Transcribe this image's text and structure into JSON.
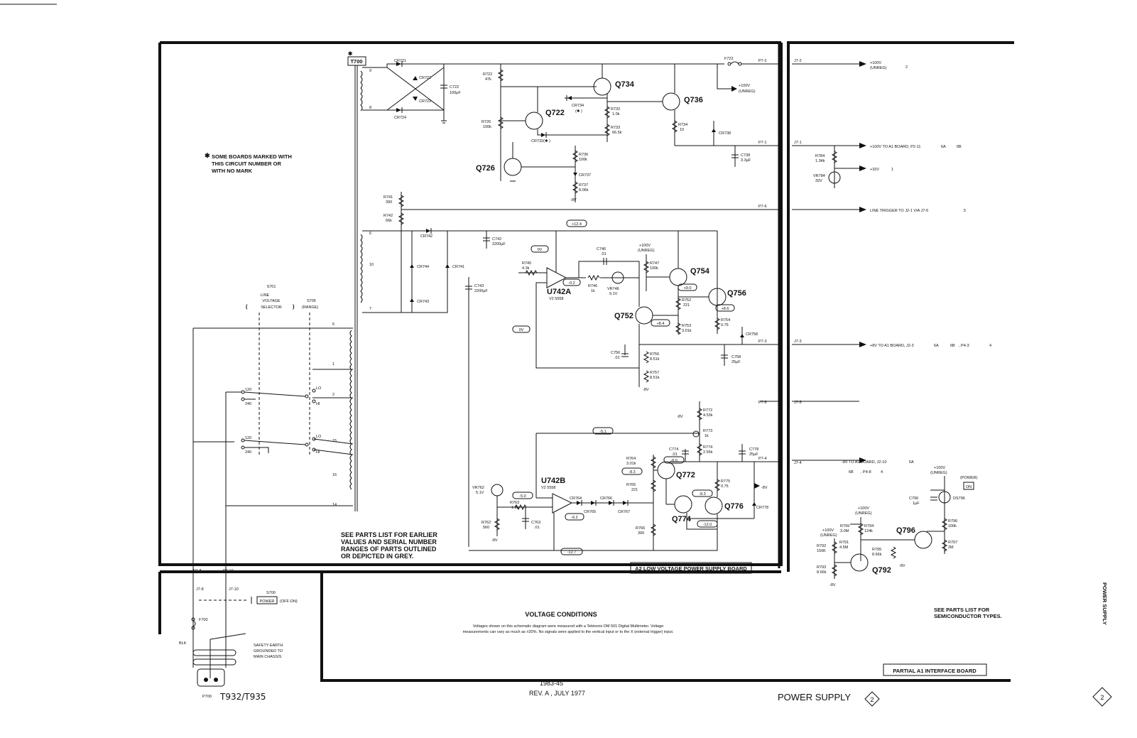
{
  "board_labels": {
    "a2": "A2 LOW VOLTAGE POWER SUPPLY BOARD",
    "partial": "PARTIAL A1 INTERFACE BOARD"
  },
  "notes": {
    "star_note": [
      "SOME BOARDS MARKED WITH",
      "THIS CIRCUIT NUMBER OR",
      "WITH NO MARK"
    ],
    "parts_note": [
      "SEE PARTS LIST FOR EARLIER",
      "VALUES AND SERIAL NUMBER",
      "RANGES OF PARTS OUTLINED",
      "OR DEPICTED IN GREY."
    ],
    "semi_note": [
      "SEE PARTS LIST FOR",
      "SEMICONDUCTOR TYPES."
    ],
    "voltage_title": "VOLTAGE CONDITIONS",
    "voltage_text": [
      "Voltages shown on this schematic diagram were measured with a Tektronix DM 501 Digital Multimeter. Voltage",
      "measurements can vary as much as ±20%. No signals were applied to the vertical input or to the X (external trigger) input."
    ]
  },
  "footer": {
    "model": "T932/T935",
    "date_code": "1983-45",
    "rev": "REV. A , JULY 1977",
    "title": "POWER SUPPLY",
    "diamond_num": "2",
    "side_title": "POWER SUPPLY",
    "corner_num": "2"
  },
  "switches": {
    "s701": [
      "S701",
      "LINE",
      "VOLTAGE",
      "SELECTOR"
    ],
    "s705": [
      "S705",
      "(RANGE)"
    ],
    "s700": "S700",
    "power_box": "POWER",
    "off_on": "(OFF-ON)",
    "v120": "120",
    "v240": "240",
    "lo": "LO",
    "hi": "HI"
  },
  "mains": {
    "f700": "F700",
    "blk": "BLK",
    "p700": "P700",
    "safety": [
      "SAFETY EARTH",
      "GROUNDED TO",
      "MAIN CHASSIS"
    ],
    "p7_8": "P7-8",
    "p7_10": "P7-10",
    "j7_8": "J7-8",
    "j7_10": "J7-10"
  },
  "transformer": {
    "name": "T700",
    "pins": [
      "9",
      "8",
      "6",
      "10",
      "7",
      "5",
      "1",
      "2",
      "15",
      "16",
      "14"
    ]
  },
  "connectors": {
    "p7_2": "P7-2",
    "j7_2": "J7-2",
    "p7_1": "P7-1",
    "j7_1": "J7-1",
    "p7_6": "P7-6",
    "p7_3": "P7-3",
    "j7_3": "J7-3",
    "p7_5": "P7-5",
    "j7_5": "J7-5",
    "p7_4": "P7-4",
    "j7_4": "J7-4"
  },
  "outputs": {
    "out_100_unreg": [
      "+100V",
      "(UNREG)"
    ],
    "out_100_ai": "+100V TO A1 BOARD, P2-11",
    "out_33": "+33V",
    "line_trigger": "LINE TRIGGER TO J2-1 VIA J7-6",
    "out_8": "+8V TO A1 BOARD, J2-3",
    "out_p43": ", P4-3",
    "out_neg8": "-8V TO A1 BOARD, J2-10",
    "out_p48": ", P4-8",
    "tag_2": "2",
    "tag_6a": "6A",
    "tag_6b": "6B",
    "tag_1": "1",
    "tag_5": "5",
    "tag_4": "4"
  },
  "parts": {
    "cr721": "CR721",
    "cr722": "CR722",
    "cr723": "CR723",
    "cr724": "CR724",
    "c722": [
      "C722",
      "100µF"
    ],
    "r722": [
      "R722",
      "47k"
    ],
    "r726": [
      "R726",
      "100k"
    ],
    "q734": "Q734",
    "q736": "Q736",
    "q722": "Q722",
    "q726": "Q726",
    "cr734": [
      "CR734",
      "(✱ )"
    ],
    "r732": [
      "R732",
      "1.0k"
    ],
    "r733": [
      "R733",
      "66.5k"
    ],
    "cr732": "CR732(✱ )",
    "r734": [
      "R734",
      "10"
    ],
    "cr738": "CR738",
    "c738": [
      "C738",
      "3.3µF"
    ],
    "r736": [
      "R736",
      "100k"
    ],
    "cr737": "CR737",
    "r737": [
      "R737",
      "8.06k"
    ],
    "f722": "F722",
    "int_100": [
      "+100V",
      "(UNREG)"
    ],
    "r784": [
      "R784",
      "1.34k"
    ],
    "vr784": [
      "VR784",
      "33V"
    ],
    "r741": [
      "R741",
      "390"
    ],
    "r742": [
      "R742",
      "56k"
    ],
    "cr742": "CR742",
    "cr744": "CR744",
    "cr741": "CR741",
    "cr743": "CR743",
    "c742": [
      "C742",
      "2200µF"
    ],
    "c743": [
      "C743",
      "2200µF"
    ],
    "r745": [
      "R745",
      "4.3k"
    ],
    "u742a": [
      "U742A",
      "V2 5558"
    ],
    "c746": [
      "C746",
      ".01"
    ],
    "r746": [
      "R746",
      "1k"
    ],
    "vr746": [
      "VR746",
      "9.1V"
    ],
    "r747_hdr": [
      "+100V",
      "(UNREG)"
    ],
    "r747": [
      "R747",
      "100k"
    ],
    "q754": "Q754",
    "q756": "Q756",
    "q752": "Q752",
    "r752": [
      "R752",
      "221"
    ],
    "r753": [
      "R753",
      "3.01k"
    ],
    "r754": [
      "R754",
      "0.75"
    ],
    "cr758": "CR758",
    "c756": [
      "C756",
      ".01"
    ],
    "r756": [
      "R756",
      "8.51k"
    ],
    "r757": [
      "R757",
      "8.51k"
    ],
    "c758": [
      "C758",
      "25µF"
    ],
    "r772": [
      "R772",
      "4.53k"
    ],
    "r773": [
      "R773",
      "1k"
    ],
    "r774": [
      "R774",
      "2.55k"
    ],
    "c774": [
      "C774",
      ".01"
    ],
    "c778": [
      "C778",
      "25µF"
    ],
    "r764": [
      "R764",
      "3.01k"
    ],
    "r765": [
      "R765",
      "221"
    ],
    "q772": "Q772",
    "q774": "Q774",
    "q776": "Q776",
    "r775": [
      "R775",
      "0.75"
    ],
    "cr778": "CR778",
    "vr762": [
      "VR762",
      "5.1V"
    ],
    "r763": [
      "R763",
      "1.8k"
    ],
    "r762": [
      "R762",
      "560"
    ],
    "c763": [
      "C763",
      ".01"
    ],
    "u742b": [
      "U742B",
      "V2 5558"
    ],
    "cr764": "CR764",
    "cr765": "CR765",
    "cr766": "CR766",
    "cr767": "CR767",
    "r766": [
      "R766",
      "390"
    ],
    "c796": [
      "C796",
      "1µF"
    ],
    "ds796": "DS796",
    "q796": "Q796",
    "q792": "Q792",
    "r796": [
      "R796",
      "100k"
    ],
    "r797": [
      "R797",
      "2M"
    ],
    "r794": [
      "R794",
      "124k"
    ],
    "r799": [
      "R799",
      "3.0M"
    ],
    "r791": [
      "R791",
      "4.5M"
    ],
    "r792": [
      "R792",
      "150K"
    ],
    "r793": [
      "R793",
      "8.66k"
    ],
    "r795": [
      "R795",
      "8.66k"
    ],
    "hdr_796": [
      "+100V",
      "(UNREG)"
    ],
    "hdr_794": [
      "+100V",
      "(UNREG)"
    ],
    "hdr_792": [
      "+100V",
      "(UNREG)"
    ],
    "power_lbl": "(POWER)",
    "on": "ON",
    "neg8": "-8V"
  },
  "voltages": {
    "v_12_4": "+12.4",
    "v_0_a": "0V",
    "v_0_2": "-0.2",
    "v_9_0": "+9.0",
    "v_8_6": "+8.6",
    "v_8_4": "+8.4",
    "v_0_b": "0V",
    "v_5_1": "-5.1",
    "v_8_0": "-8.0",
    "v_8_3a": "-8.3",
    "v_8_3b": "-8.3",
    "v_5_0": "-5.0",
    "v_6_2": "-6.2",
    "v_12_0": "-12.0",
    "v_12_7": "-12.7"
  }
}
